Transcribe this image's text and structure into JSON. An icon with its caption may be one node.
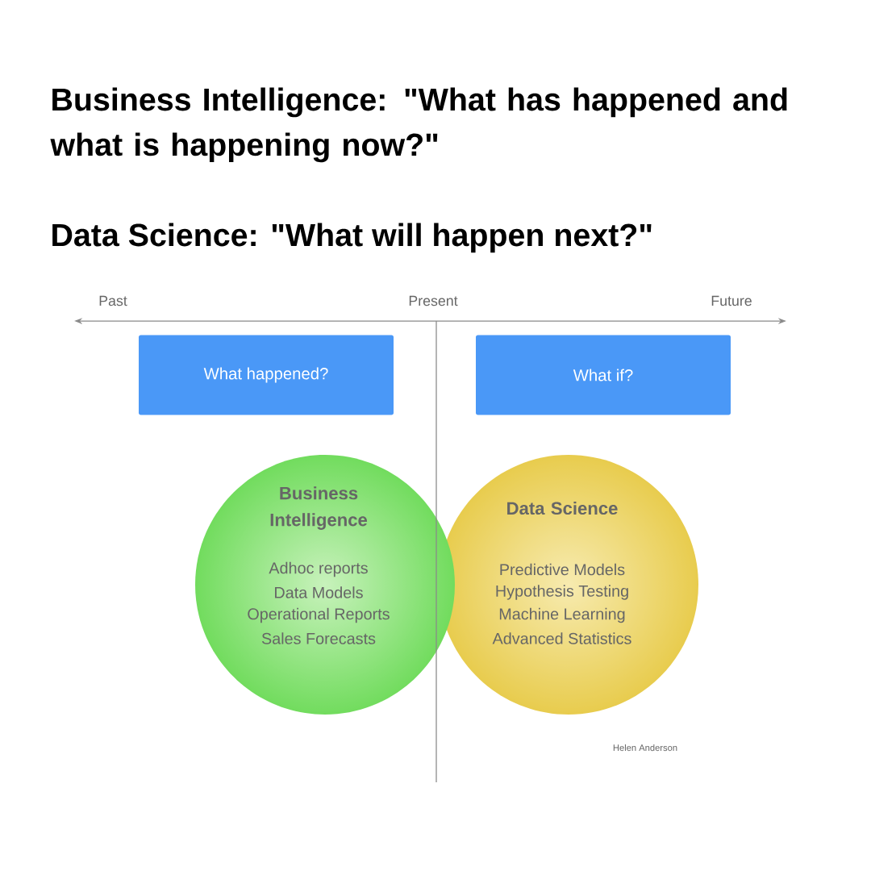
{
  "diagram": {
    "title": "Business Intelligence: \"What has happened and what is happening now?\"",
    "nodes": [
      {
        "text": [
          "What happened?"
        ]
      },
      {
        "text": [
          "What if?"
        ]
      },
      {
        "text": [
          "Business Intelligence",
          "Adhoc reports",
          "Data Models",
          "Operational Reports",
          "Sales Forecasts"
        ]
      },
      {
        "text": [
          "Data Science",
          "Predictive Models",
          "Hypothesis Testing",
          "Machine Learning",
          "Advanced Statistics"
        ]
      }
    ],
    "edges": [],
    "labels": [
      "Data Science: \"What will happen next?\"",
      "Past",
      "Present",
      "Future",
      "Helen Anderson"
    ]
  }
}
